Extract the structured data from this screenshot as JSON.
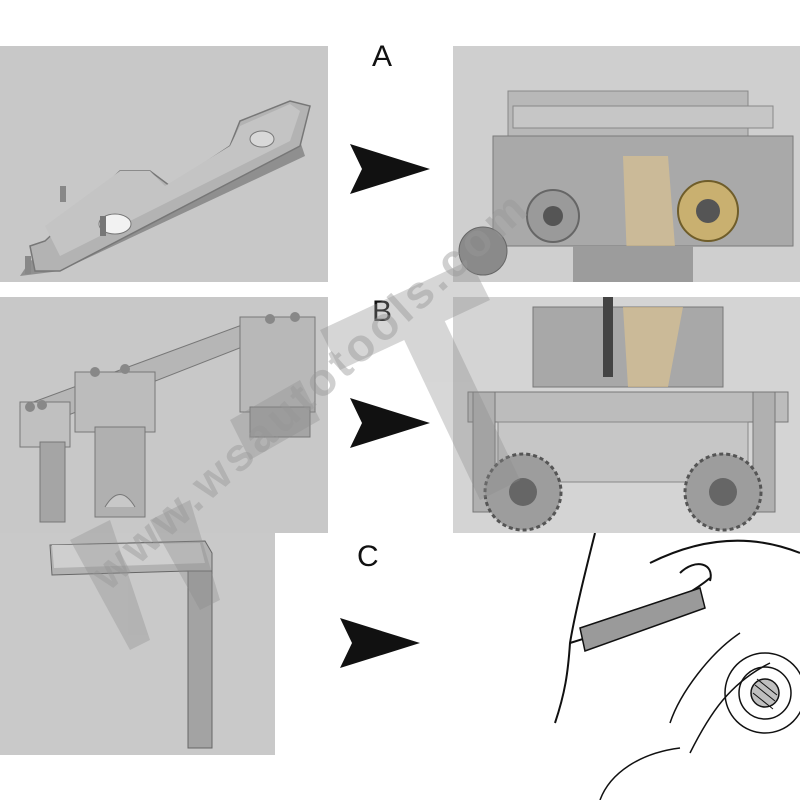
{
  "steps": [
    {
      "label": "A"
    },
    {
      "label": "B"
    },
    {
      "label": "C"
    }
  ],
  "watermark": {
    "logo": "WSAT",
    "url": "www.wsautotools.com"
  },
  "colors": {
    "panel_bg": "#c9c9c9",
    "tool_metal": "#a8a8a8",
    "arrow": "#111111",
    "highlight": "#e8c98a"
  }
}
